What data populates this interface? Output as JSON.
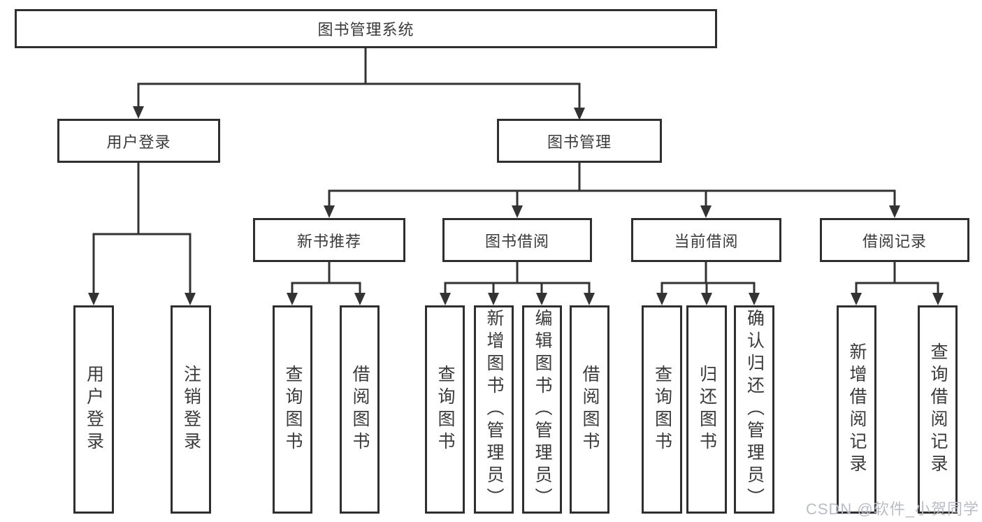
{
  "diagram": {
    "title": "图书管理系统",
    "branches": [
      {
        "label": "用户登录",
        "children": [
          {
            "label": "用户登录"
          },
          {
            "label": "注销登录"
          }
        ]
      },
      {
        "label": "图书管理",
        "children": [
          {
            "label": "新书推荐",
            "children": [
              {
                "label": "查询图书"
              },
              {
                "label": "借阅图书"
              }
            ]
          },
          {
            "label": "图书借阅",
            "children": [
              {
                "label": "查询图书"
              },
              {
                "label": "新增图书（管理员）"
              },
              {
                "label": "编辑图书（管理员）"
              },
              {
                "label": "借阅图书"
              }
            ]
          },
          {
            "label": "当前借阅",
            "children": [
              {
                "label": "查询图书"
              },
              {
                "label": "归还图书"
              },
              {
                "label": "确认归还（管理员）"
              }
            ]
          },
          {
            "label": "借阅记录",
            "children": [
              {
                "label": "新增借阅记录"
              },
              {
                "label": "查询借阅记录"
              }
            ]
          }
        ]
      }
    ]
  },
  "watermark": "CSDN @软件_小贺同学",
  "colors": {
    "line": "#333333",
    "box_border": "#2f2f2f",
    "box_fill": "#ffffff",
    "text": "#3a3a3a",
    "watermark": "#b9bdc3",
    "background": "#ffffff"
  }
}
